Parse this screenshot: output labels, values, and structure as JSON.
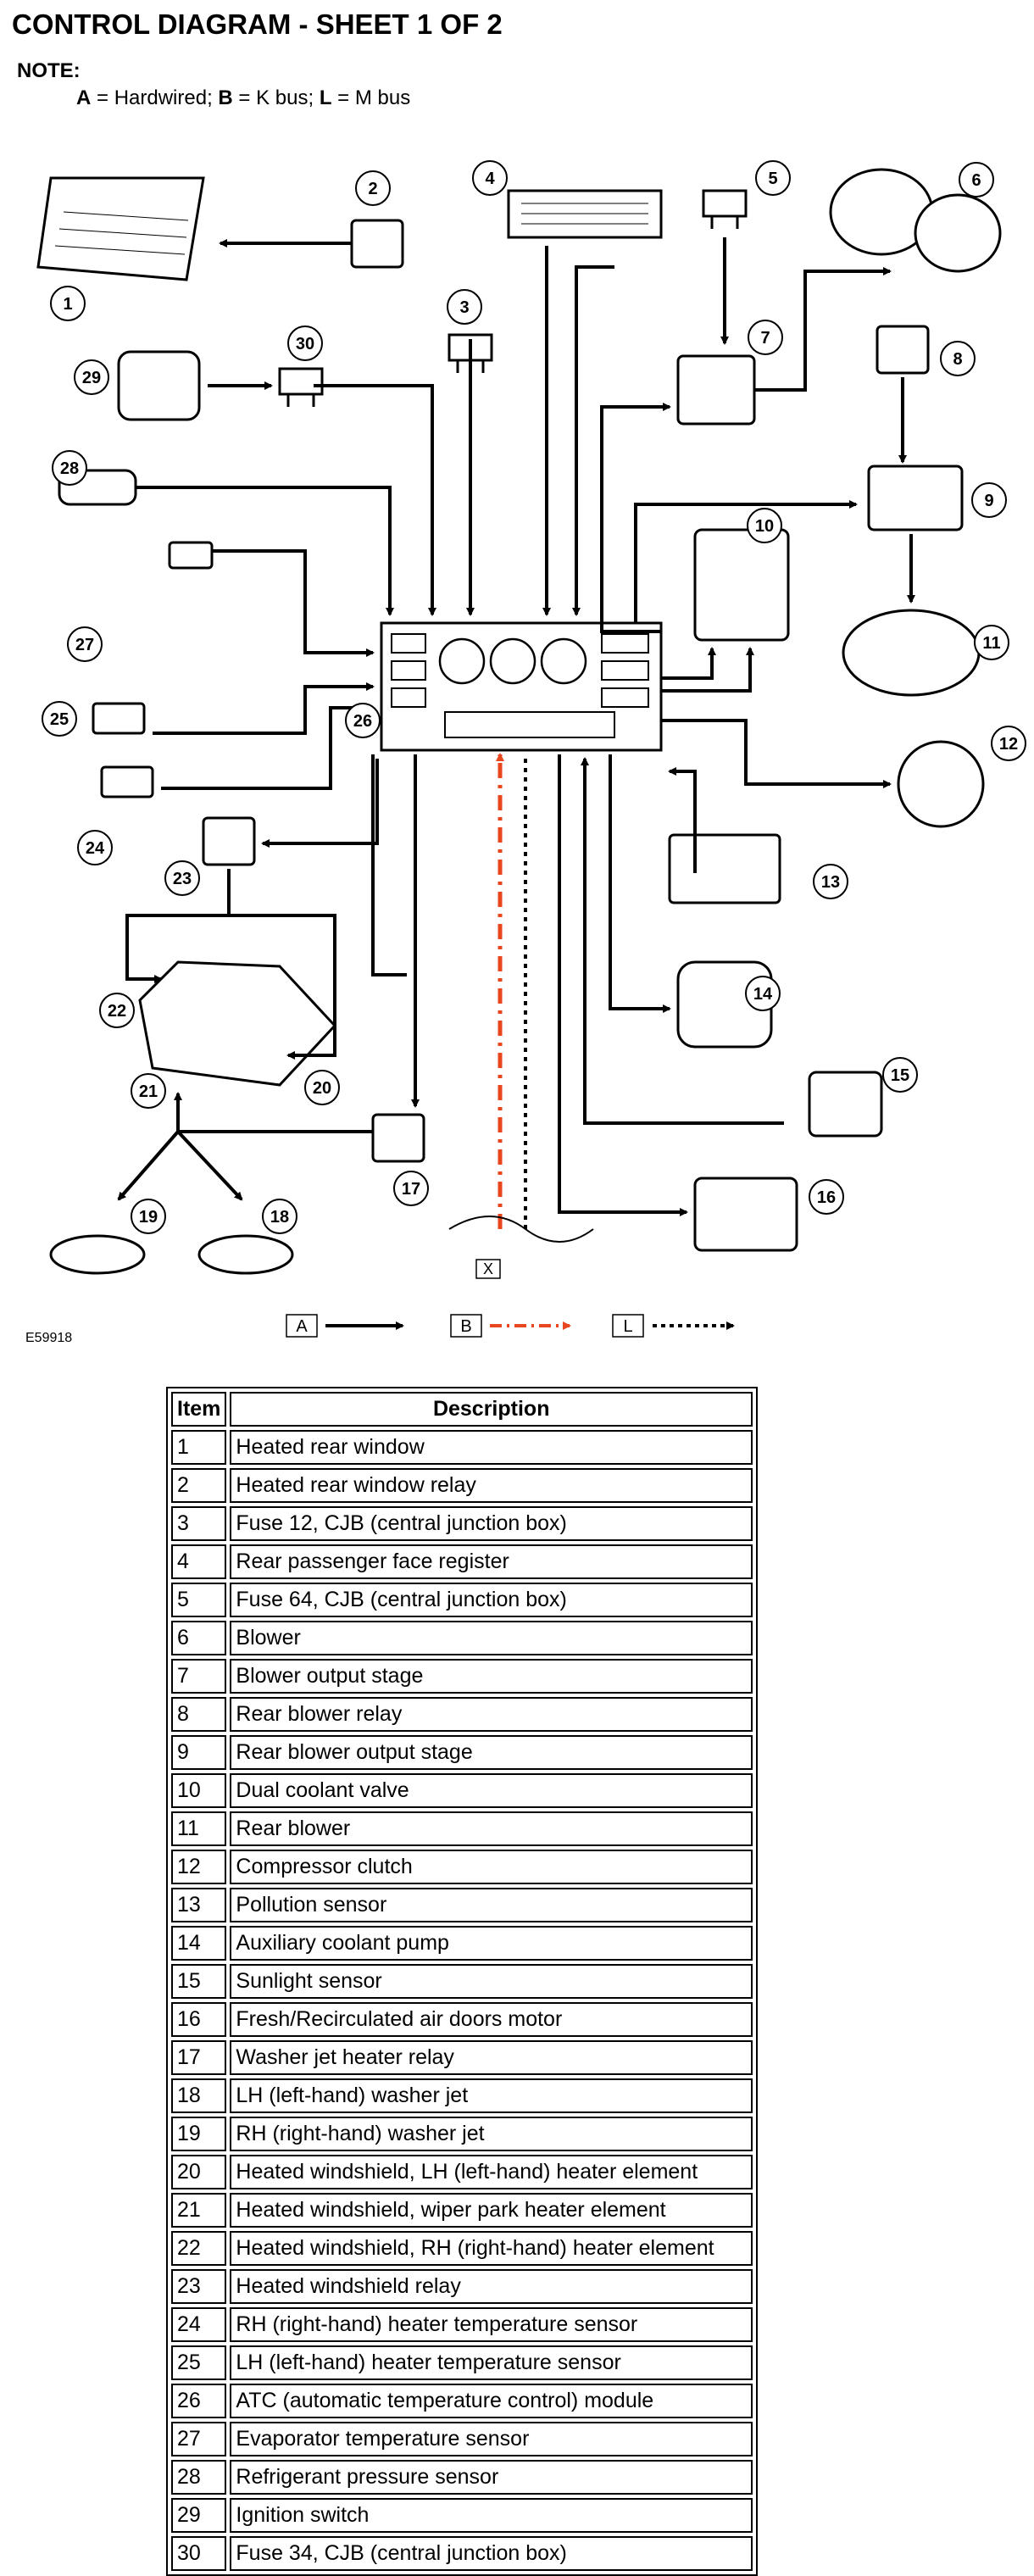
{
  "title": "CONTROL DIAGRAM - SHEET 1 OF 2",
  "note": {
    "label": "NOTE:",
    "a_key": "A",
    "a_text": " = Hardwired; ",
    "b_key": "B",
    "b_text": " = K bus; ",
    "l_key": "L",
    "l_text": " = M bus"
  },
  "figure_id": "E59918",
  "diagram": {
    "callouts": [
      "1",
      "2",
      "3",
      "4",
      "5",
      "6",
      "7",
      "8",
      "9",
      "10",
      "11",
      "12",
      "13",
      "14",
      "15",
      "16",
      "17",
      "18",
      "19",
      "20",
      "21",
      "22",
      "23",
      "24",
      "25",
      "26",
      "27",
      "28",
      "29",
      "30"
    ],
    "x_label": "X",
    "legend": {
      "a": "A",
      "b": "B",
      "l": "L"
    },
    "colors": {
      "hardwired": "#000000",
      "k_bus": "#e8461e",
      "m_bus": "#000000"
    }
  },
  "table": {
    "header_item": "Item",
    "header_desc": "Description",
    "rows": [
      {
        "item": "1",
        "desc": "Heated rear window"
      },
      {
        "item": "2",
        "desc": "Heated rear window relay"
      },
      {
        "item": "3",
        "desc": "Fuse 12, CJB (central junction box)"
      },
      {
        "item": "4",
        "desc": "Rear passenger face register"
      },
      {
        "item": "5",
        "desc": "Fuse 64, CJB (central junction box)"
      },
      {
        "item": "6",
        "desc": "Blower"
      },
      {
        "item": "7",
        "desc": "Blower output stage"
      },
      {
        "item": "8",
        "desc": "Rear blower relay"
      },
      {
        "item": "9",
        "desc": "Rear blower output stage"
      },
      {
        "item": "10",
        "desc": "Dual coolant valve"
      },
      {
        "item": "11",
        "desc": "Rear blower"
      },
      {
        "item": "12",
        "desc": "Compressor clutch"
      },
      {
        "item": "13",
        "desc": "Pollution sensor"
      },
      {
        "item": "14",
        "desc": "Auxiliary coolant pump"
      },
      {
        "item": "15",
        "desc": "Sunlight sensor"
      },
      {
        "item": "16",
        "desc": "Fresh/Recirculated air doors motor"
      },
      {
        "item": "17",
        "desc": "Washer jet heater relay"
      },
      {
        "item": "18",
        "desc": "LH (left-hand) washer jet"
      },
      {
        "item": "19",
        "desc": "RH (right-hand) washer jet"
      },
      {
        "item": "20",
        "desc": "Heated windshield, LH (left-hand) heater element"
      },
      {
        "item": "21",
        "desc": "Heated windshield, wiper park heater element"
      },
      {
        "item": "22",
        "desc": "Heated windshield, RH (right-hand) heater element"
      },
      {
        "item": "23",
        "desc": "Heated windshield relay"
      },
      {
        "item": "24",
        "desc": "RH (right-hand) heater temperature sensor"
      },
      {
        "item": "25",
        "desc": "LH (left-hand) heater temperature sensor"
      },
      {
        "item": "26",
        "desc": "ATC (automatic temperature control) module"
      },
      {
        "item": "27",
        "desc": "Evaporator temperature sensor"
      },
      {
        "item": "28",
        "desc": "Refrigerant pressure sensor"
      },
      {
        "item": "29",
        "desc": "Ignition switch"
      },
      {
        "item": "30",
        "desc": "Fuse 34, CJB (central junction box)"
      }
    ]
  }
}
